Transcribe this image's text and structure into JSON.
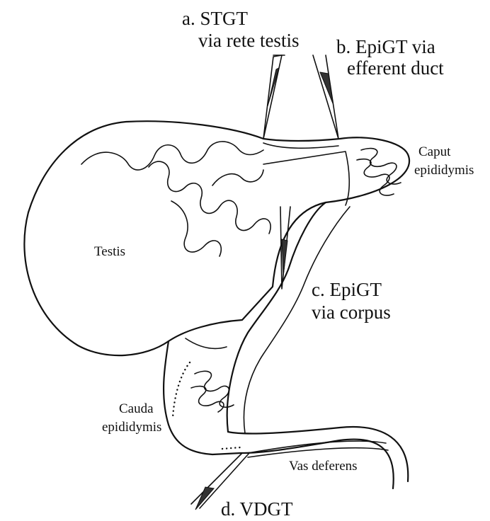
{
  "labels": {
    "stgt_line1": "a. STGT",
    "stgt_line2": "via rete testis",
    "epigt_b_line1": "b. EpiGT via",
    "epigt_b_line2": "efferent duct",
    "caput_line1": "Caput",
    "caput_line2": "epididymis",
    "testis": "Testis",
    "epigt_c_line1": "c. EpiGT",
    "epigt_c_line2": "via corpus",
    "cauda_line1": "Cauda",
    "cauda_line2": "epididymis",
    "vas_deferens": "Vas deferens",
    "vdgt": "d. VDGT"
  }
}
